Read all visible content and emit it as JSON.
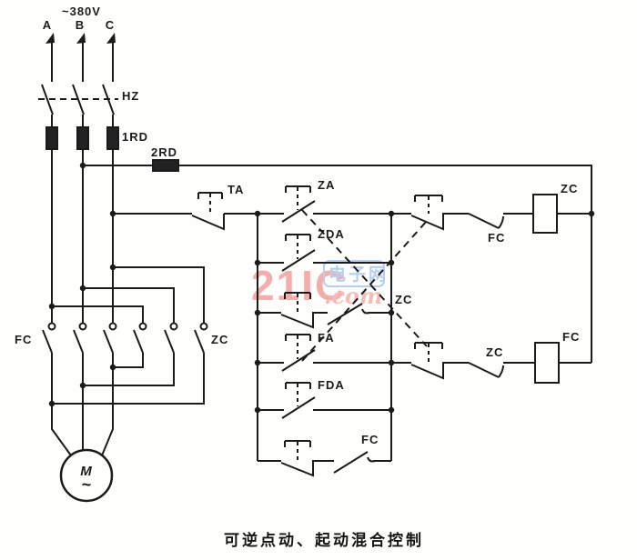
{
  "supply": {
    "voltage": "~380V",
    "phases": [
      "A",
      "B",
      "C"
    ]
  },
  "power_circuit": {
    "switch_label": "HZ",
    "main_fuse_label": "1RD",
    "control_fuse_label": "2RD",
    "reverse_contacts_label": "FC",
    "forward_contacts_label": "ZC",
    "motor_letter": "M",
    "motor_wave": "~"
  },
  "control_circuit": {
    "stop_button": "TA",
    "forward_start_button": "ZA",
    "forward_jog_button": "ZDA",
    "forward_seal_in_contact": "ZC",
    "reverse_start_button": "FA",
    "reverse_jog_button": "FDA",
    "reverse_seal_in_contact": "FC",
    "reverse_interlock_contact": "FC",
    "forward_interlock_contact": "ZC",
    "forward_coil": "ZC",
    "reverse_coil": "FC"
  },
  "watermark": {
    "brand": "21IC",
    "domain": ".com",
    "site_name": "电子网"
  },
  "caption": "可逆点动、起动混合控制",
  "colors": {
    "line": "#1b1b1b",
    "watermark_pink": "#f0a19c",
    "watermark_blue": "#a9c7ea"
  }
}
